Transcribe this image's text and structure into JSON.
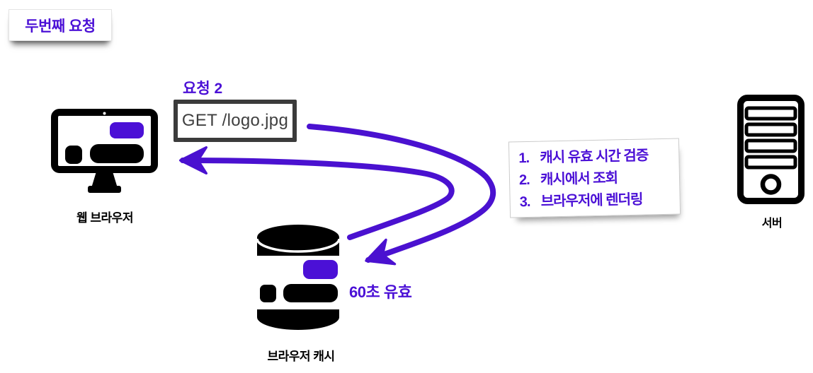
{
  "colors": {
    "accent_purple": "#4B10D6",
    "ink_black": "#000000",
    "request_box_border": "#3B3B3B",
    "request_box_text": "#3F3F3F",
    "note_border": "#CBCBCB",
    "background": "#FFFFFF"
  },
  "title_card": {
    "label": "두번째 요청"
  },
  "request": {
    "title": "요청 2",
    "box_label": "GET /logo.jpg"
  },
  "browser": {
    "label": "웹 브라우저"
  },
  "cache": {
    "label": "브라우저 캐시",
    "ttl_label": "60초 유효"
  },
  "server": {
    "label": "서버"
  },
  "note": {
    "items": [
      {
        "num": "1.",
        "text": "캐시 유효 시간 검증"
      },
      {
        "num": "2.",
        "text": "캐시에서 조회"
      },
      {
        "num": "3.",
        "text": "브라우저에 렌더링"
      }
    ]
  }
}
